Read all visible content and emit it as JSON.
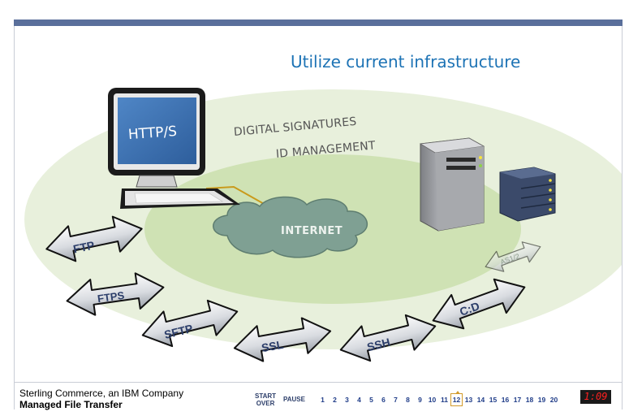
{
  "slide": {
    "title": "Utilize current infrastructure",
    "captions": [
      "DIGITAL SIGNATURES",
      "ID MANAGEMENT"
    ],
    "computer_screen_label": "HTTP/S",
    "cloud_label": "INTERNET",
    "protocols": [
      "FTP",
      "FTPS",
      "SFTP",
      "SSL",
      "SSH",
      "C:D",
      "AS1/2"
    ]
  },
  "footer": {
    "company": "Sterling Commerce, an IBM Company",
    "product": "Managed File Transfer",
    "start_over": "START OVER",
    "start_line1": "START",
    "start_line2": "OVER",
    "pause": "PAUSE",
    "pages": [
      "1",
      "2",
      "3",
      "4",
      "5",
      "6",
      "7",
      "8",
      "9",
      "10",
      "11",
      "12",
      "13",
      "14",
      "15",
      "16",
      "17",
      "18",
      "19",
      "20"
    ],
    "current_page": "12",
    "timer": "1:09"
  },
  "colors": {
    "accent": "#1d73b5",
    "topbar": "#5a6f9b",
    "ellipse_outer": "#e8f0dc",
    "ellipse_inner": "#cfe2b4",
    "cloud": "#7fa093",
    "timer_text": "#ff2020"
  }
}
